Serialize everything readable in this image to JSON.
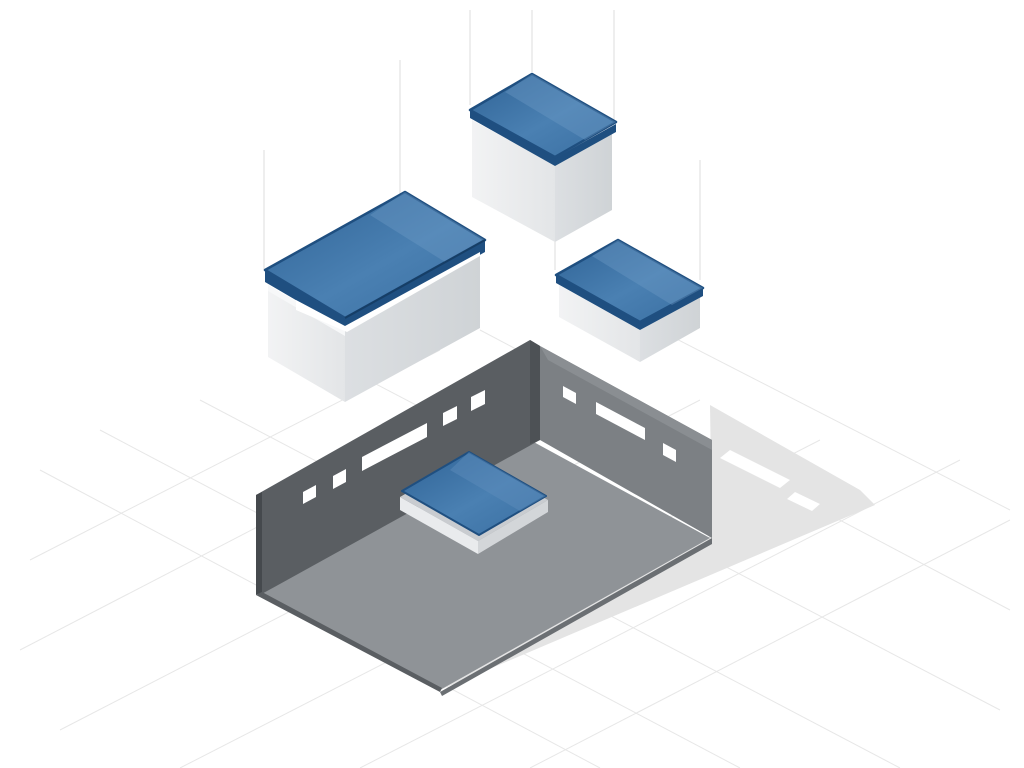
{
  "scene": {
    "subject": "isometric-modular-containers",
    "colors": {
      "background": "#ffffff",
      "grid_line": "#e6e6e6",
      "suspension_line": "#dcdcdc",
      "lid_blue": "#3f76a8",
      "lid_blue_dark": "#1f4f80",
      "lid_highlight": "#7fa6cc",
      "box_body_light": "#eef0f1",
      "box_body_shade": "#d7dadd",
      "tray_floor": "#8f9296",
      "tray_wall_back": "#565a5e",
      "tray_wall_side": "#6e7276",
      "tray_wall_inner": "#7f8387",
      "shadow": "#e3e3e3"
    },
    "objects": [
      {
        "name": "large-container",
        "state": "suspended"
      },
      {
        "name": "medium-container",
        "state": "suspended"
      },
      {
        "name": "small-container",
        "state": "suspended"
      },
      {
        "name": "tray-lid-piece",
        "state": "resting-in-tray"
      },
      {
        "name": "open-tray",
        "state": "floor"
      }
    ]
  }
}
